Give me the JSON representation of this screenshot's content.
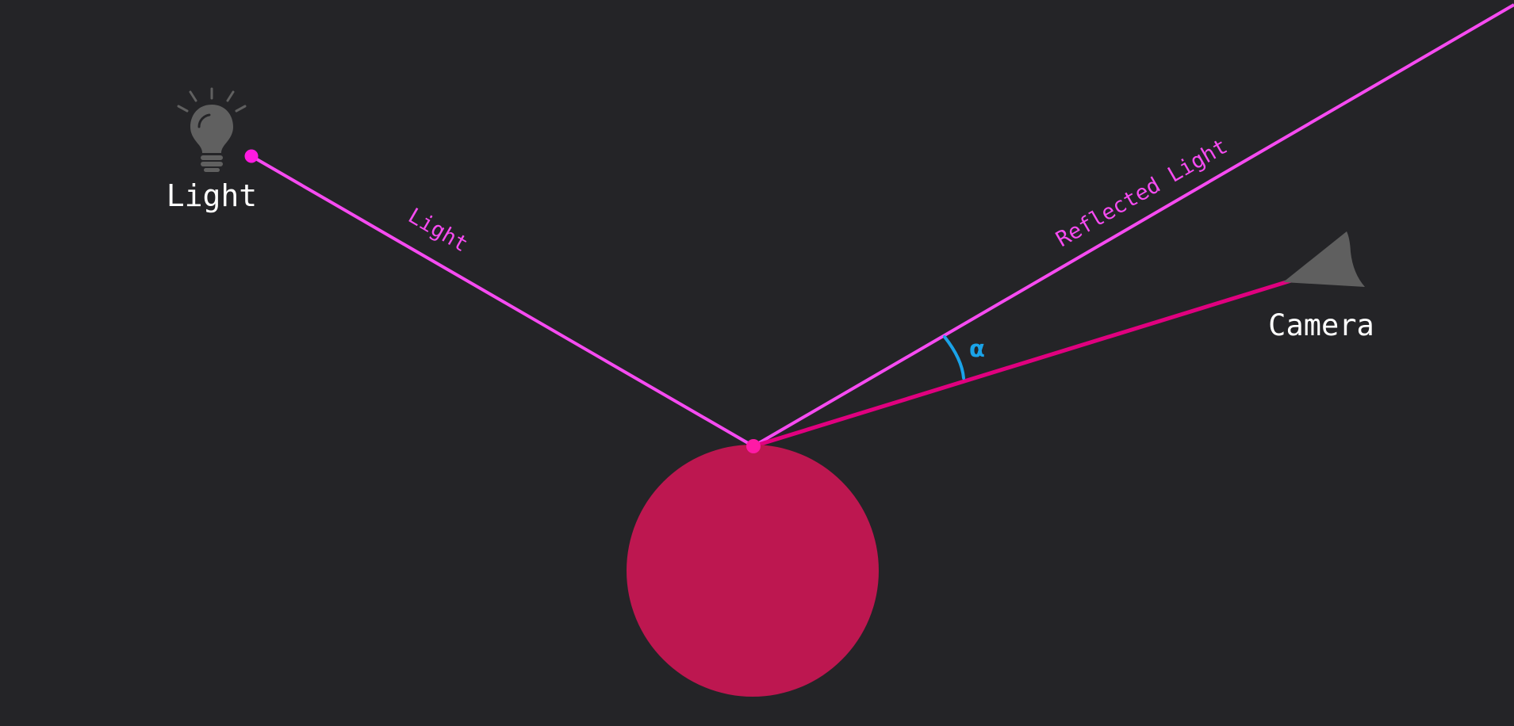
{
  "diagram": {
    "light_source_label": "Light",
    "camera_label": "Camera",
    "incident_ray_label": "Light",
    "reflected_ray_label": "Reflected Light",
    "angle_label": "α"
  },
  "icons": {
    "light_source": "light-bulb-icon",
    "camera": "camera-frustum-icon"
  },
  "colors": {
    "background": "#242427",
    "incident_ray": "#f64bf1",
    "reflected_ray": "#f64bf1",
    "view_ray": "#e0007f",
    "sphere": "#bd1750",
    "hit_point": "#ff1aa6",
    "light_point": "#ff1ae0",
    "angle_arc": "#1aa3e8",
    "icon_gray": "#5f5f5f",
    "text": "#ffffff"
  }
}
